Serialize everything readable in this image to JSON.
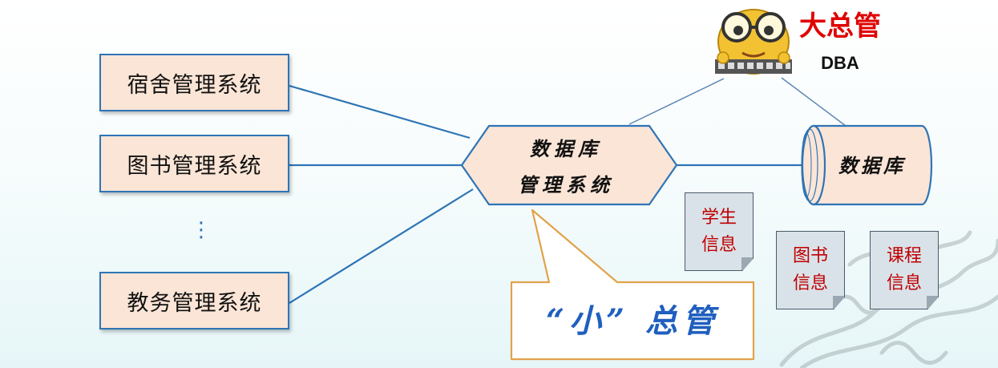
{
  "systems": [
    {
      "label": "宿舍管理系统"
    },
    {
      "label": "图书管理系统"
    },
    {
      "label": "教务管理系统"
    }
  ],
  "ellipsis": "⋮",
  "dbms": {
    "line1": "数据库",
    "line2": "管理系统"
  },
  "database": {
    "label": "数据库"
  },
  "dba": {
    "title": "大总管",
    "subtitle": "DBA"
  },
  "callout": {
    "text": "“小” 总管"
  },
  "documents": [
    {
      "line1": "学生",
      "line2": "信息"
    },
    {
      "line1": "图书",
      "line2": "信息"
    },
    {
      "line1": "课程",
      "line2": "信息"
    }
  ],
  "colors": {
    "line": "#2e75b6",
    "box_fill": "#fbe5d6",
    "doc_text": "#c00000",
    "dba_title": "#e00000",
    "callout_text": "#1f5fbf"
  },
  "icons": {
    "dba_avatar": "glasses-face-icon",
    "decoration": "dragon-watermark-icon"
  }
}
